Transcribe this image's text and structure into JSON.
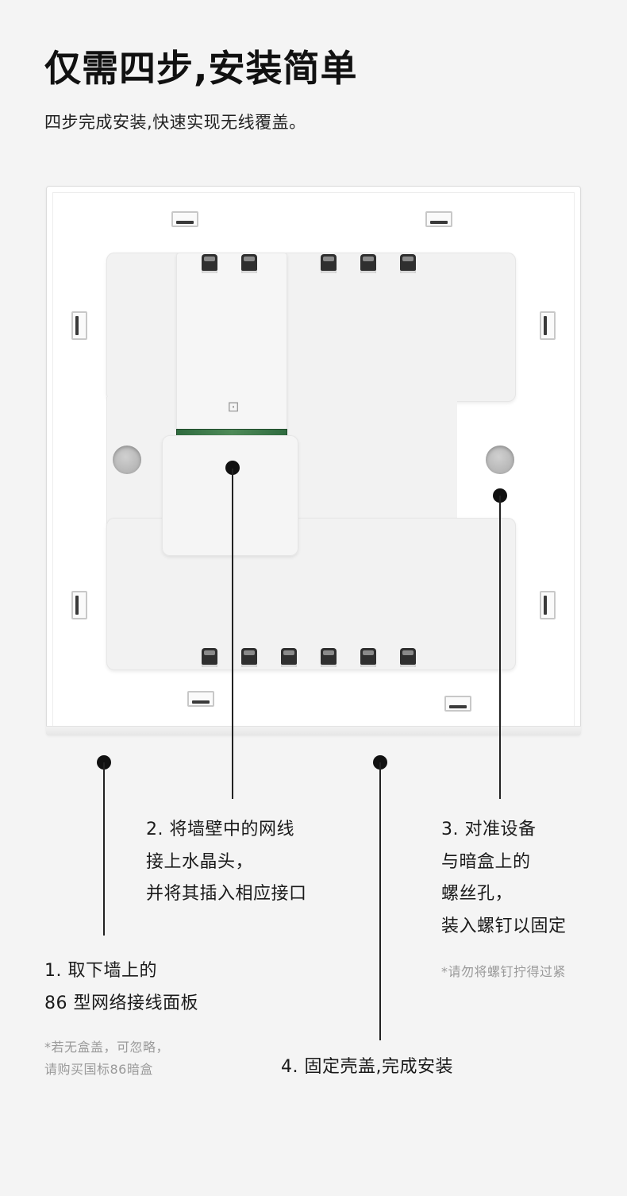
{
  "header": {
    "title": "仅需四步,安装简单",
    "subtitle": "四步完成安装,快速实现无线覆盖。"
  },
  "steps": {
    "step1": {
      "lines": [
        "1. 取下墙上的",
        "86 型网络接线面板"
      ],
      "note": [
        "*若无盒盖，可忽略，",
        "请购买国标86暗盒"
      ]
    },
    "step2": {
      "lines": [
        "2. 将墙壁中的网线",
        "接上水晶头，",
        "并将其插入相应接口"
      ]
    },
    "step3": {
      "lines": [
        "3. 对准设备",
        "与暗盒上的",
        "螺丝孔，",
        "装入螺钉以固定"
      ],
      "note": [
        "*请勿将螺钉拧得过紧"
      ]
    },
    "step4": {
      "lines": [
        "4. 固定壳盖,完成安装"
      ]
    }
  },
  "colors": {
    "background": "#f4f4f4",
    "panel": "#ffffff",
    "callout": "#111111",
    "note": "#9a9a9a"
  }
}
